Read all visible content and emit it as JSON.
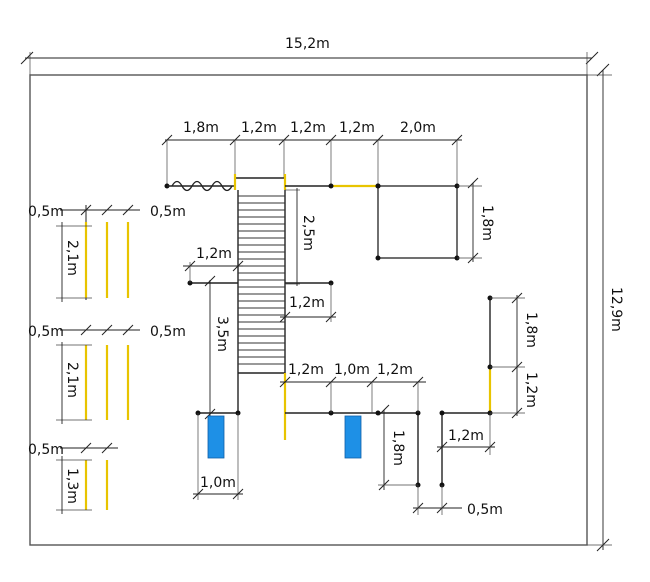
{
  "colors": {
    "line": "#222222",
    "accent_yellow": "#e8c400",
    "slide_blue": "#1e90e6",
    "border": "#555555"
  },
  "dimensions": {
    "overall_width": "15,2m",
    "overall_height": "12,9m",
    "top_1": "1,8m",
    "top_2": "1,2m",
    "top_3": "1,2m",
    "top_4": "1,2m",
    "top_5": "2,0m",
    "square_side": "1,8m",
    "ladder_len": "2,5m",
    "left_mid": "1,2m",
    "right_mid": "1,2m",
    "stair_len": "3,5m",
    "bars1_left": "0,5m",
    "bars1_right": "0,5m",
    "bars1_height": "2,1m",
    "bars2_left": "0,5m",
    "bars2_right": "0,5m",
    "bars2_height": "2,1m",
    "bars3_left": "0,5m",
    "bars3_height": "1,3m",
    "bottom_1": "1,2m",
    "bottom_2": "1,0m",
    "bottom_3": "1,2m",
    "bottom_slide": "1,0m",
    "bottom_right_depth": "1,8m",
    "right_u_width": "1,2m",
    "right_u_gap": "0,5m",
    "right_post_1": "1,8m",
    "right_post_2": "1,2m"
  }
}
